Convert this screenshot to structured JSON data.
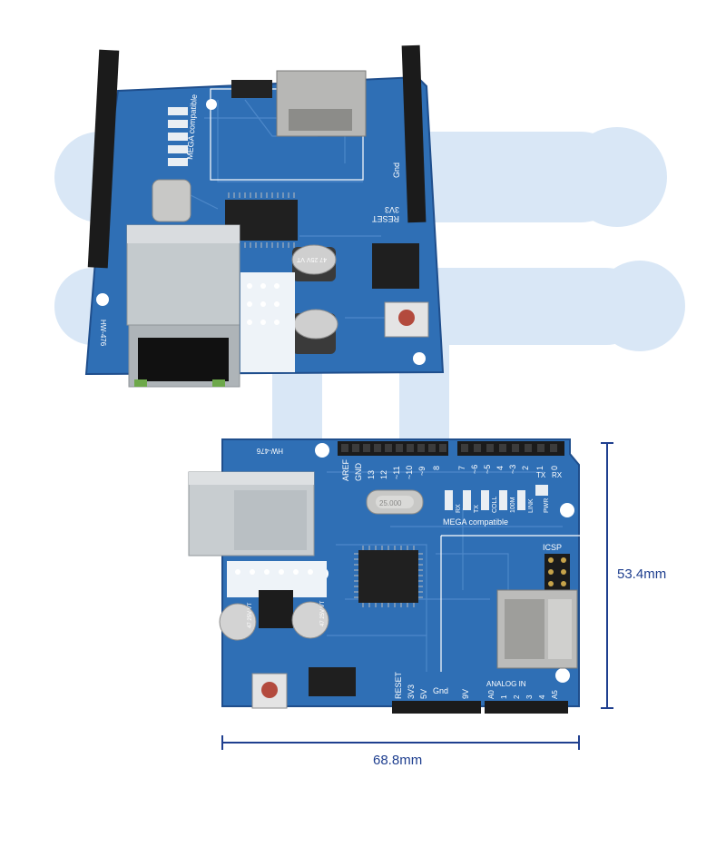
{
  "colors": {
    "watermark": "#d9e7f6",
    "pcb": "#2f6fb5",
    "pcb_dark": "#1f4e8c",
    "header": "#1b1b1b",
    "silkscreen": "#ffffff",
    "rj45_metal": "#cdd2d6",
    "dimension": "#1f3f8f"
  },
  "top_board": {
    "model_label": "HW-476",
    "mega_label": "MEGA compatible",
    "reset_label": "RESET",
    "gnd_label": "Gnd",
    "v33_label": "3V3",
    "capacitor_label": "47 25V VT"
  },
  "bottom_board": {
    "model_label": "HW-476",
    "digital_pins": [
      "AREF",
      "GND",
      "13",
      "12",
      "~11",
      "~10",
      "~9",
      "8",
      "7",
      "~6",
      "~5",
      "4",
      "~3",
      "2",
      "1",
      "0"
    ],
    "tx_label": "TX",
    "rx_label": "RX",
    "mega_label": "MEGA compatible",
    "icsp_label": "ICSP",
    "crystal_label": "25.000",
    "led_labels": [
      "RX",
      "TX",
      "COLL",
      "100M",
      "LINK",
      "PWR"
    ],
    "power_pins": [
      "RESET",
      "3V3",
      "5V",
      "Gnd",
      "",
      "9V"
    ],
    "analog_label": "ANALOG IN",
    "analog_pins": [
      "A0",
      "1",
      "2",
      "3",
      "4",
      "A5"
    ],
    "capacitor_label": "47 25V VT"
  },
  "dimensions": {
    "height_label": "53.4mm",
    "width_label": "68.8mm"
  }
}
